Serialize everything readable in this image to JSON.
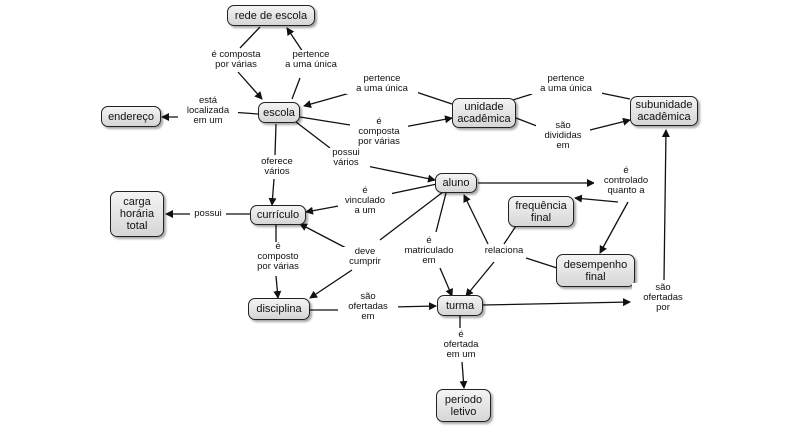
{
  "concepts": {
    "rede": "rede de escola",
    "endereco": "endereço",
    "escola": "escola",
    "unidade": "unidade\nacadêmica",
    "subunidade": "subunidade\nacadêmica",
    "aluno": "aluno",
    "carga": "carga\nhorária\ntotal",
    "curriculo": "currículo",
    "frequencia": "frequência\nfinal",
    "desempenho": "desempenho\nfinal",
    "disciplina": "disciplina",
    "turma": "turma",
    "periodo": "período\nletivo"
  },
  "links": {
    "composta_varias": "é composta\npor várias",
    "pertence_unica_1": "pertence\na uma única",
    "localizada": "está\nlocalizada\nem um",
    "pertence_unica_2": "pertence\na uma única",
    "pertence_unica_3": "pertence\na uma única",
    "e_composta_por_varias": "é\ncomposta\npor várias",
    "sao_divididas": "são\ndivididas\nem",
    "oferece": "oferece\nvários",
    "possui_varios": "possui\nvários",
    "controlado": "é\ncontrolado\nquanto a",
    "possui": "possui",
    "vinculado": "é\nvinculado\na um",
    "composto": "é\ncomposto\npor várias",
    "deve_cumprir": "deve\ncumprir",
    "matriculado": "é\nmatriculado\nem",
    "relaciona": "relaciona",
    "sao_ofertadas_em": "são\nofertadas\nem",
    "sao_ofertadas_por": "são\nofertadas\npor",
    "ofertada_em_um": "é\nofertada\nem um"
  }
}
